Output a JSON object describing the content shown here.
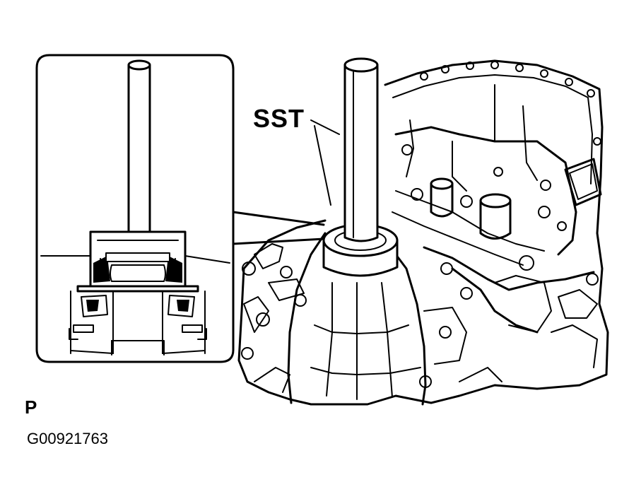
{
  "labels": {
    "tool_callout": "SST",
    "corner_mark": "P",
    "figure_code": "G00921763"
  },
  "colors": {
    "ink": "#000000",
    "paper": "#ffffff"
  }
}
